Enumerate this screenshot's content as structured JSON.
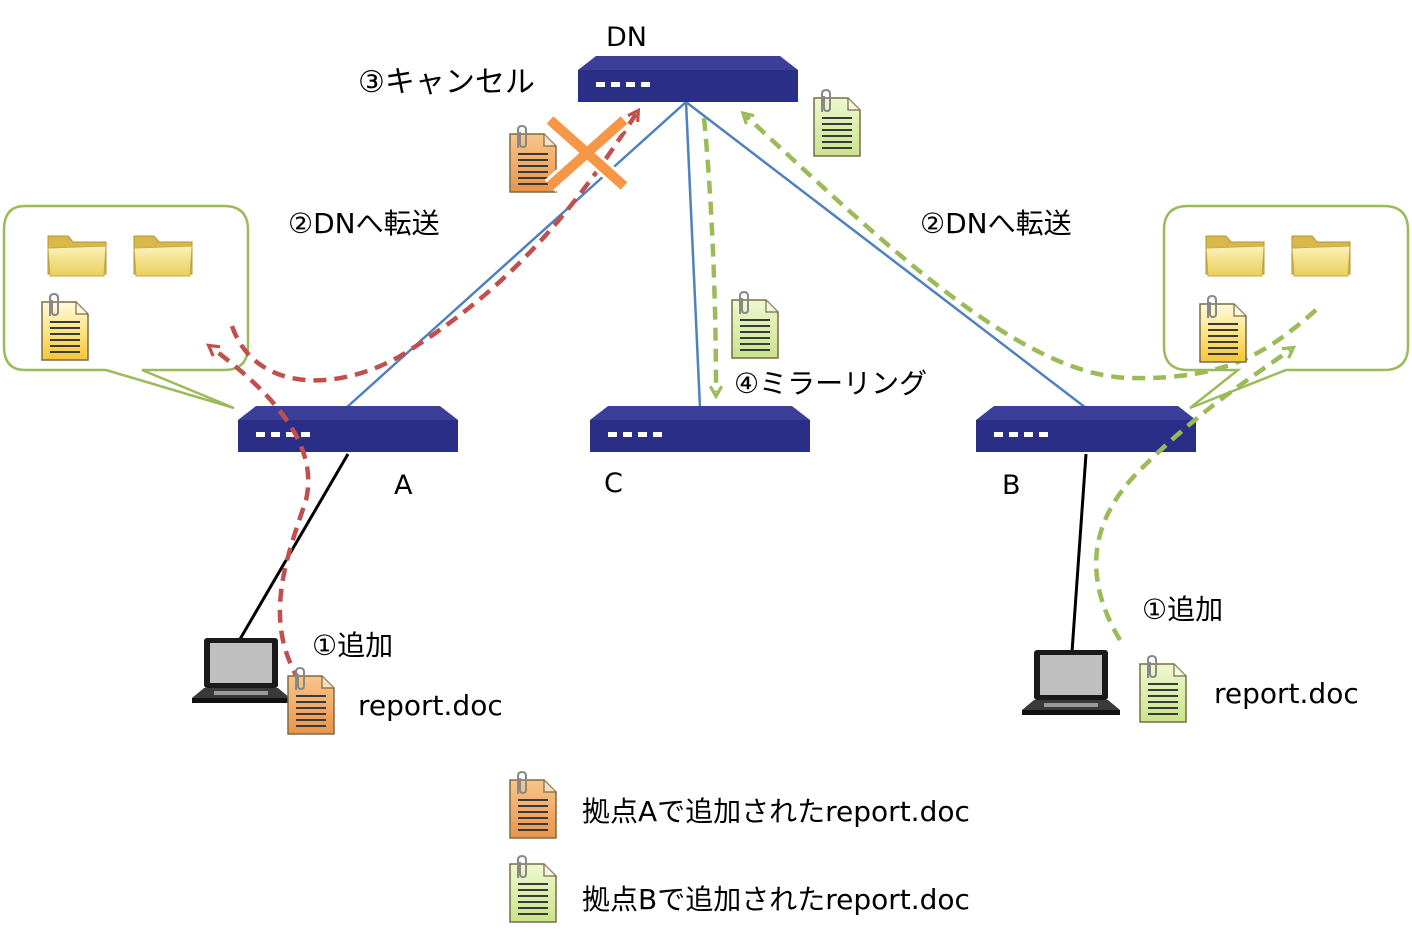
{
  "colors": {
    "device_fill": "#2b2e86",
    "link_blue": "#4f81bd",
    "link_black": "#000000",
    "arrow_red": "#c0504d",
    "arrow_green": "#9bbb59",
    "bubble_border": "#9bbb59",
    "cancel_x": "#f79646",
    "doc_orange": "#f4a460",
    "doc_green": "#d7eda0",
    "folder_yellow": "#f2de7a"
  },
  "nodes": {
    "dn": "DN",
    "a": "A",
    "b": "B",
    "c": "C"
  },
  "labels": {
    "cancel": "③キャンセル",
    "transfer_left": "②DNへ転送",
    "transfer_right": "②DNへ転送",
    "mirroring": "④ミラーリング",
    "add_left": "①追加",
    "add_right": "①追加",
    "file_left": "report.doc",
    "file_right": "report.doc"
  },
  "legend": {
    "items": [
      {
        "label": "拠点Aで追加されたreport.doc",
        "color": "orange"
      },
      {
        "label": "拠点Bで追加されたreport.doc",
        "color": "green"
      }
    ]
  }
}
